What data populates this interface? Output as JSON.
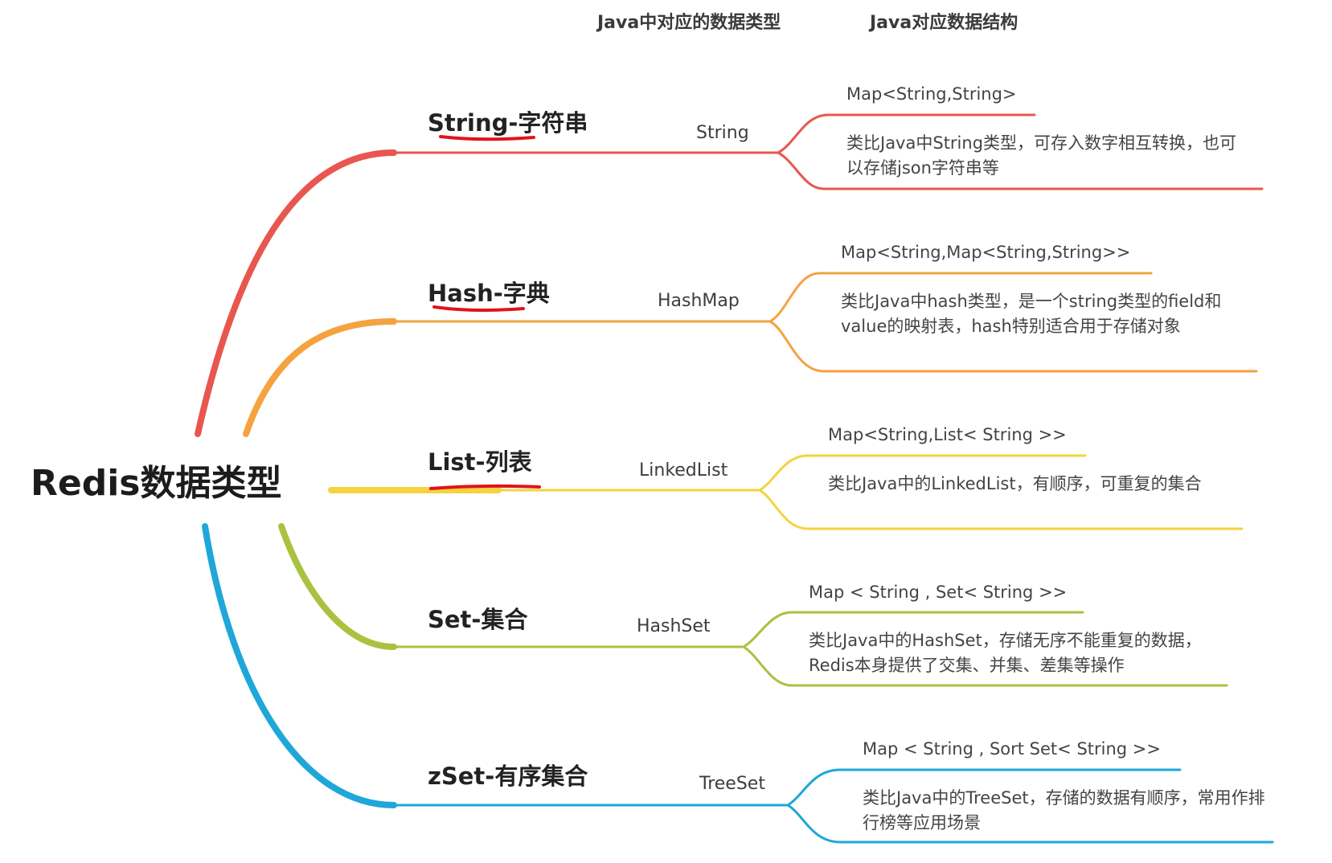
{
  "headers": {
    "java_type": "Java中对应的数据类型",
    "java_structure": "Java对应数据结构"
  },
  "root": "Redis数据类型",
  "branches": [
    {
      "category": "String-字符串",
      "java_type": "String",
      "structure": "Map<String,String>",
      "description": "类比Java中String类型，可存入数字相互转换，也可以存储json字符串等",
      "color": "#e8574f",
      "underlined": true
    },
    {
      "category": "Hash-字典",
      "java_type": "HashMap",
      "structure": "Map<String,Map<String,String>>",
      "description": "类比Java中hash类型，是一个string类型的field和value的映射表，hash特别适合用于存储对象",
      "color": "#f4a340",
      "underlined": true
    },
    {
      "category": "List-列表",
      "java_type": "LinkedList",
      "structure": "Map<String,List< String >>",
      "description": "类比Java中的LinkedList，有顺序，可重复的集合",
      "color": "#f5d33f",
      "underlined": true
    },
    {
      "category": "Set-集合",
      "java_type": "HashSet",
      "structure": "Map < String , Set< String >>",
      "description": "类比Java中的HashSet，存储无序不能重复的数据，Redis本身提供了交集、并集、差集等操作",
      "color": "#a9c23f",
      "underlined": false
    },
    {
      "category": "zSet-有序集合",
      "java_type": "TreeSet",
      "structure": "Map < String , Sort Set< String >>",
      "description": "类比Java中的TreeSet，存储的数据有顺序，常用作排行榜等应用场景",
      "color": "#1ea7d8",
      "underlined": false
    }
  ],
  "annotation_color": "#e0141b"
}
